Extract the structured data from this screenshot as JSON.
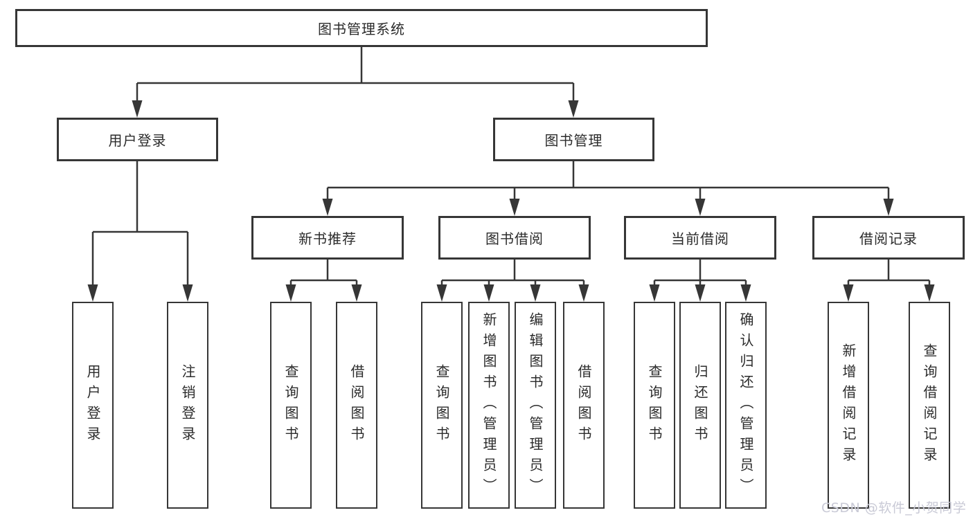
{
  "diagram": {
    "root": "图书管理系统",
    "user_login": {
      "label": "用户登录",
      "children": [
        "用户登录",
        "注销登录"
      ]
    },
    "book_mgmt": {
      "label": "图书管理"
    },
    "new_book": {
      "label": "新书推荐",
      "children": [
        "查询图书",
        "借阅图书"
      ]
    },
    "book_borrow": {
      "label": "图书借阅",
      "children": [
        "查询图书",
        "新增图书（管理员）",
        "编辑图书（管理员）",
        "借阅图书"
      ]
    },
    "current_borrow": {
      "label": "当前借阅",
      "children": [
        "查询图书",
        "归还图书",
        "确认归还（管理员）"
      ]
    },
    "borrow_records": {
      "label": "借阅记录",
      "children": [
        "新增借阅记录",
        "查询借阅记录"
      ]
    }
  },
  "watermark": {
    "text": "CSDN @软件_小贺同学"
  },
  "colors": {
    "line": "#363636",
    "box_border": "#363636",
    "text": "#2b2b2b",
    "background": "#ffffff",
    "watermark": "#c9cad6"
  }
}
